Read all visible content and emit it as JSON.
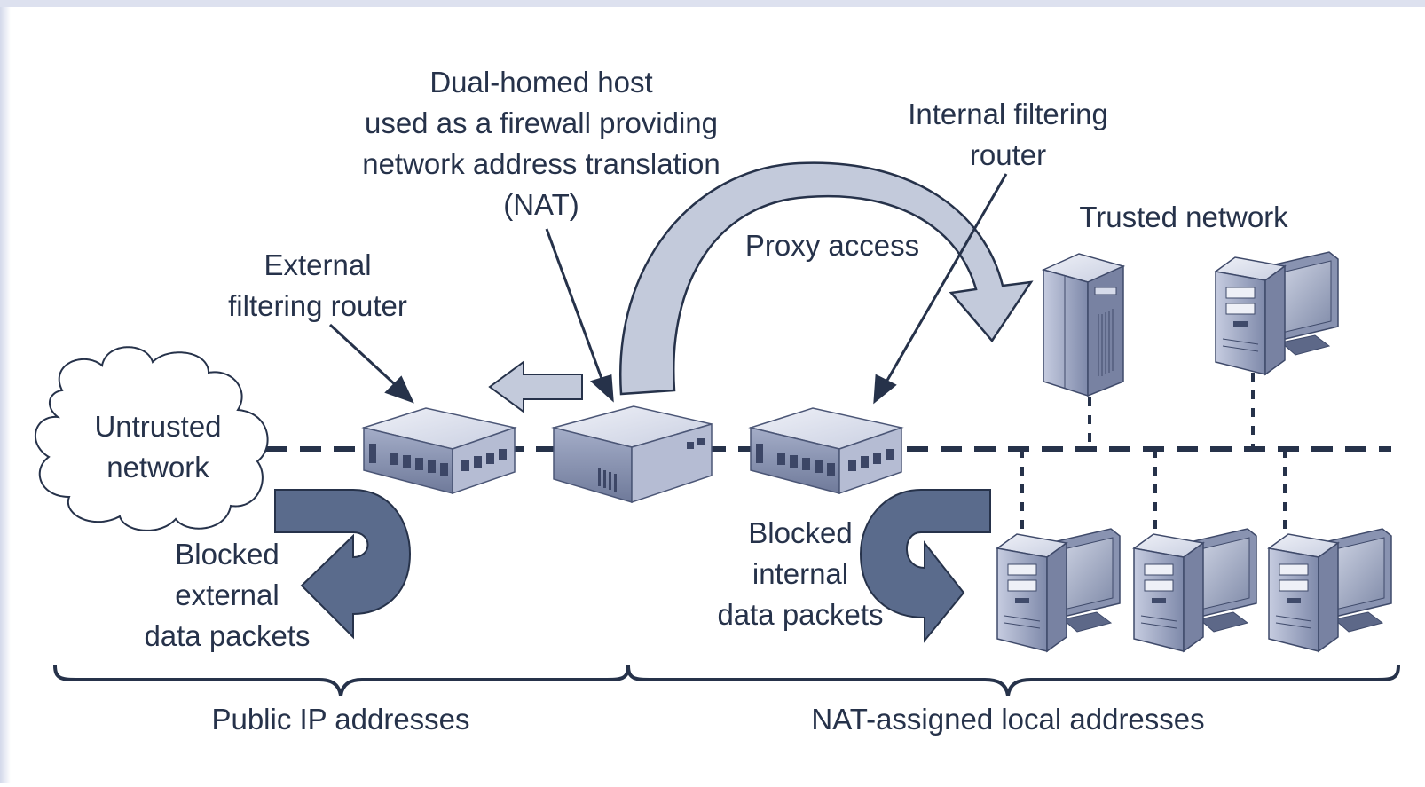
{
  "labels": {
    "dual_homed_1": "Dual-homed host",
    "dual_homed_2": "used as a firewall providing",
    "dual_homed_3": "network address translation",
    "dual_homed_4": "(NAT)",
    "internal_router_1": "Internal filtering",
    "internal_router_2": "router",
    "trusted_network": "Trusted network",
    "proxy_access": "Proxy access",
    "external_router_1": "External",
    "external_router_2": "filtering router",
    "untrusted_1": "Untrusted",
    "untrusted_2": "network",
    "blocked_ext_1": "Blocked",
    "blocked_ext_2": "external",
    "blocked_ext_3": "data packets",
    "blocked_int_1": "Blocked",
    "blocked_int_2": "internal",
    "blocked_int_3": "data packets",
    "public_ip": "Public IP addresses",
    "nat_local": "NAT-assigned local addresses"
  },
  "colors": {
    "ink": "#26324a",
    "arrow_dark": "#5a6b8c",
    "arrow_light": "#c3cadb",
    "device_top": "#dfe3ef",
    "device_front": "#8c96b4",
    "device_side": "#aeb6cf",
    "frame_left": "#d6dbea"
  },
  "icons": [
    "cloud-icon",
    "router-icon",
    "firewall-host-icon",
    "server-tower-icon",
    "workstation-icon"
  ]
}
